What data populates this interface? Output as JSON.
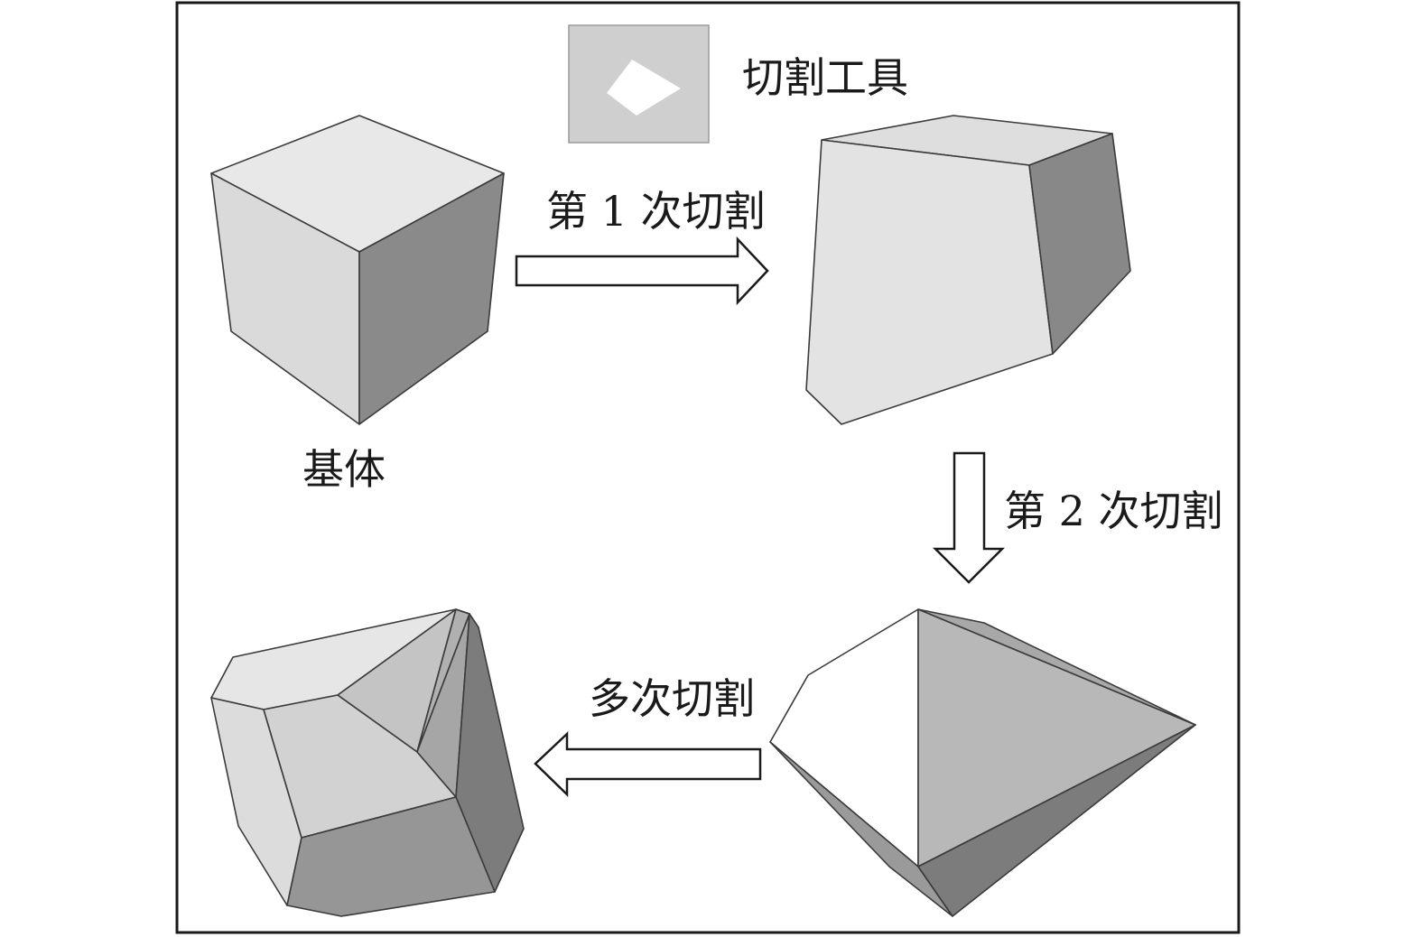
{
  "labels": {
    "cutting_tool": "切割工具",
    "base_body": "基体",
    "cut_1": "第 1 次切割",
    "cut_2": "第 2 次切割",
    "multi_cut": "多次切割"
  },
  "colors": {
    "frame": "#1a1a1a",
    "face_top": "#e6e6e6",
    "face_left": "#dcdcdc",
    "face_right": "#8a8a8a",
    "face_white": "#ffffff",
    "face_mid": "#b8b8b8",
    "face_dark": "#7c7c7c",
    "tool_bg": "#cfcfcf"
  }
}
